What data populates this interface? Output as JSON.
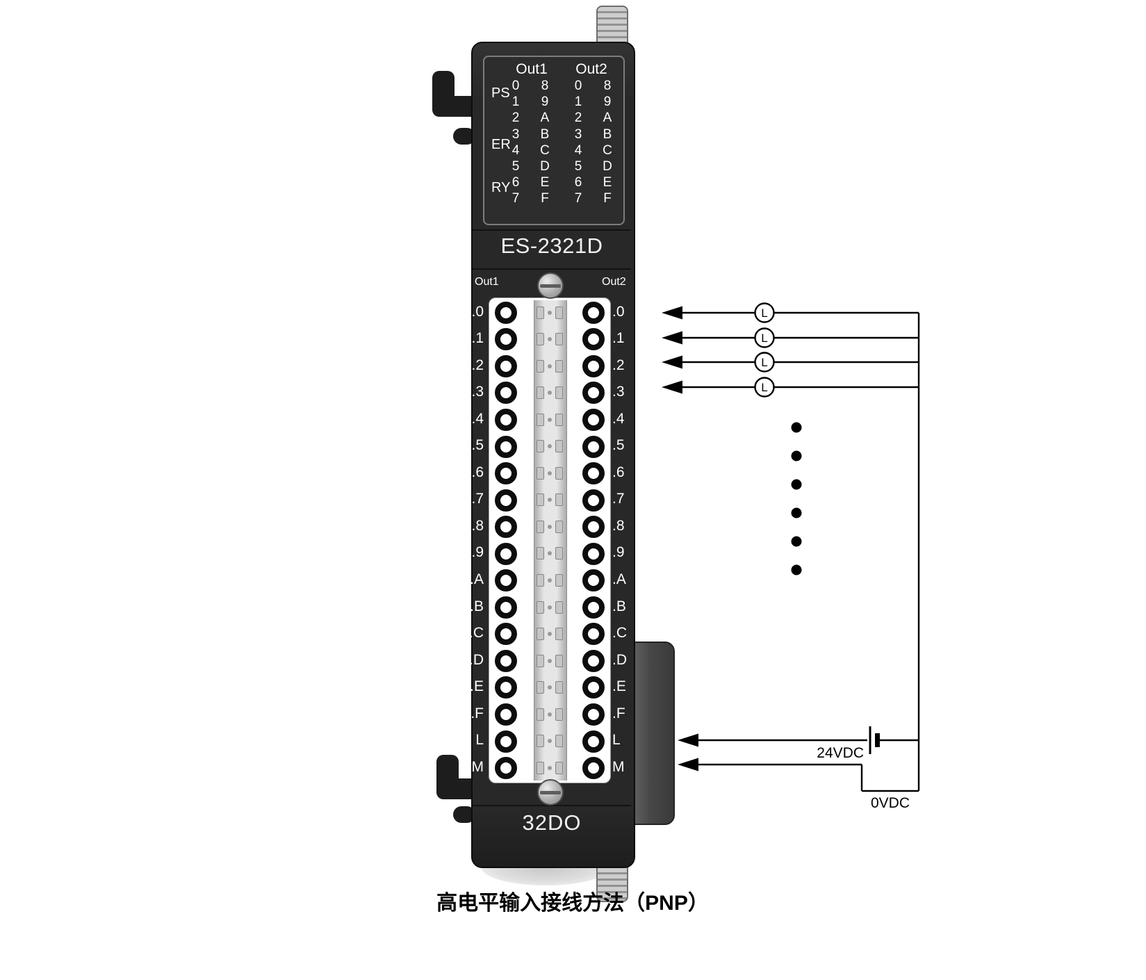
{
  "led_panel": {
    "col_headers": [
      "Out1",
      "Out2"
    ],
    "status_labels": [
      "PS",
      "ER",
      "RY"
    ],
    "digit_columns": [
      [
        "0",
        "1",
        "2",
        "3",
        "4",
        "5",
        "6",
        "7"
      ],
      [
        "8",
        "9",
        "A",
        "B",
        "C",
        "D",
        "E",
        "F"
      ],
      [
        "0",
        "1",
        "2",
        "3",
        "4",
        "5",
        "6",
        "7"
      ],
      [
        "8",
        "9",
        "A",
        "B",
        "C",
        "D",
        "E",
        "F"
      ]
    ]
  },
  "module": {
    "model": "ES-2321D",
    "type_label": "32DO",
    "terminal_headers": {
      "left": "Out1",
      "right": "Out2"
    },
    "terminal_rows": [
      ".0",
      ".1",
      ".2",
      ".3",
      ".4",
      ".5",
      ".6",
      ".7",
      ".8",
      ".9",
      ".A",
      ".B",
      ".C",
      ".D",
      ".E",
      ".F",
      "L",
      "M"
    ]
  },
  "wiring": {
    "load_label": "L",
    "load_count": 4,
    "dots_count": 6,
    "supply_label": "24VDC",
    "ground_label": "0VDC"
  },
  "caption": "高电平输入接线方法（PNP）"
}
